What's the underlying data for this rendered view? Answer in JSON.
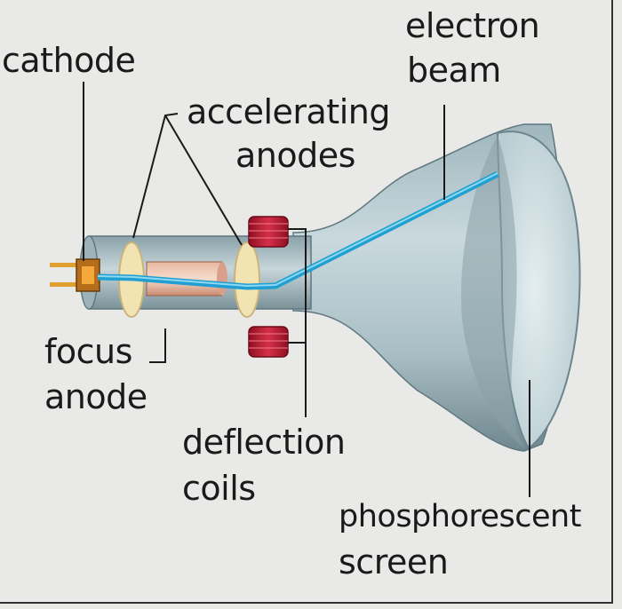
{
  "labels": {
    "cathode": "cathode",
    "electron_beam_line1": "electron",
    "electron_beam_line2": "beam",
    "accelerating_anodes_line1": "accelerating",
    "accelerating_anodes_line2": "anodes",
    "focus_anode_line1": "focus",
    "focus_anode_line2": "anode",
    "deflection_coils_line1": "deflection",
    "deflection_coils_line2": "coils",
    "phosphorescent_screen_line1": "phosphorescent",
    "phosphorescent_screen_line2": "screen"
  },
  "colors": {
    "background": "#e9e9e7",
    "tube_glass": "#b7c9cf",
    "tube_shadow": "#7d949b",
    "beam": "#29a8d8",
    "coil": "#c0203a",
    "anode_disc": "#f2e3b3",
    "cathode_body": "#e09a2a",
    "leader_line": "#1a1a1a"
  }
}
